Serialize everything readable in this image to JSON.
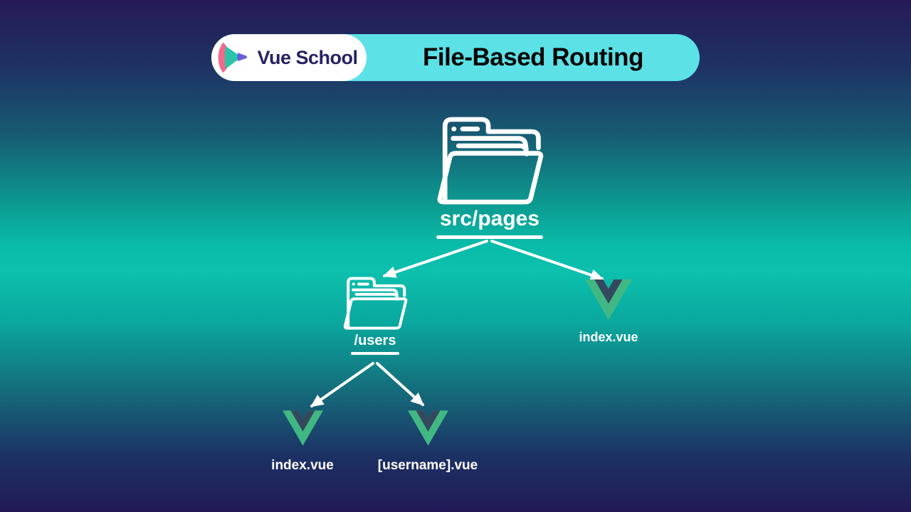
{
  "header": {
    "brand": "Vue School",
    "title": "File-Based Routing"
  },
  "nodes": {
    "root": {
      "label": "src/pages",
      "type": "folder"
    },
    "users": {
      "label": "/users",
      "type": "folder"
    },
    "index_top": {
      "label": "index.vue",
      "type": "vue-component-file"
    },
    "index_bottom": {
      "label": "index.vue",
      "type": "vue-component-file"
    },
    "username": {
      "label": "[username].vue",
      "type": "vue-component-file"
    }
  },
  "icons": {
    "brand_mark": "vue-school-play-icon",
    "folder": "open-folder-icon",
    "vue_file": "vue-logo-icon",
    "connector": "arrow-icon"
  },
  "colors": {
    "pill_cyan": "#5CE1E6",
    "brand_navy": "#262262",
    "title_black": "#050505",
    "vue_green": "#41B883",
    "vue_navy": "#35495E",
    "logo_pink": "#F4698B",
    "logo_teal": "#2BC4A8",
    "logo_indigo": "#6460D9",
    "background_top": "#251A57",
    "background_mid_teal": "#0CC0AD",
    "background_bottom": "#221A58",
    "line_white": "#FFFFFF"
  }
}
